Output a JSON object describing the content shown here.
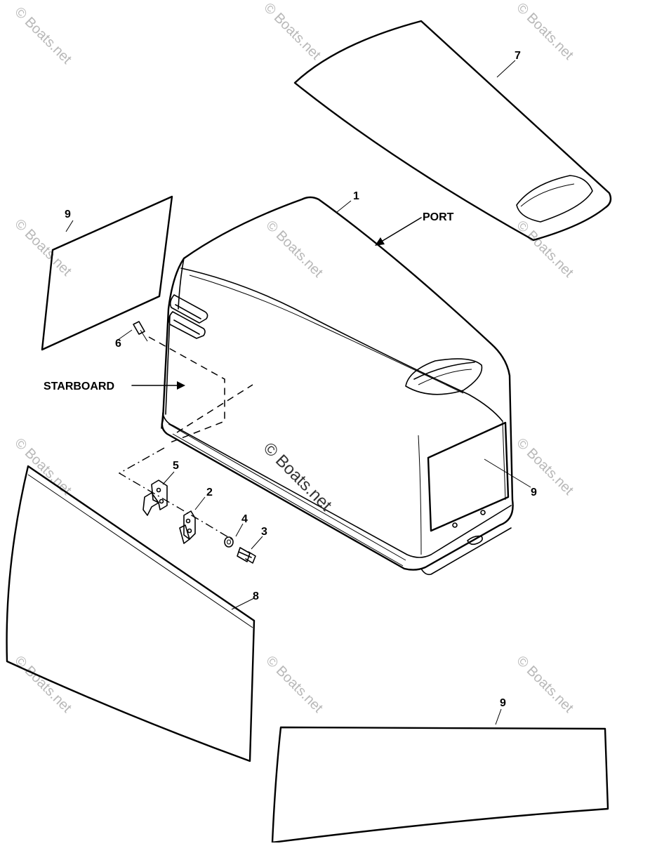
{
  "diagram": {
    "callouts": {
      "c1": "1",
      "c2": "2",
      "c3": "3",
      "c4": "4",
      "c5": "5",
      "c6": "6",
      "c7": "7",
      "c8": "8",
      "c9_top_left": "9",
      "c9_right": "9",
      "c9_bottom": "9"
    },
    "directions": {
      "port": "PORT",
      "starboard": "STARBOARD"
    },
    "watermark": "© Boats.net"
  }
}
